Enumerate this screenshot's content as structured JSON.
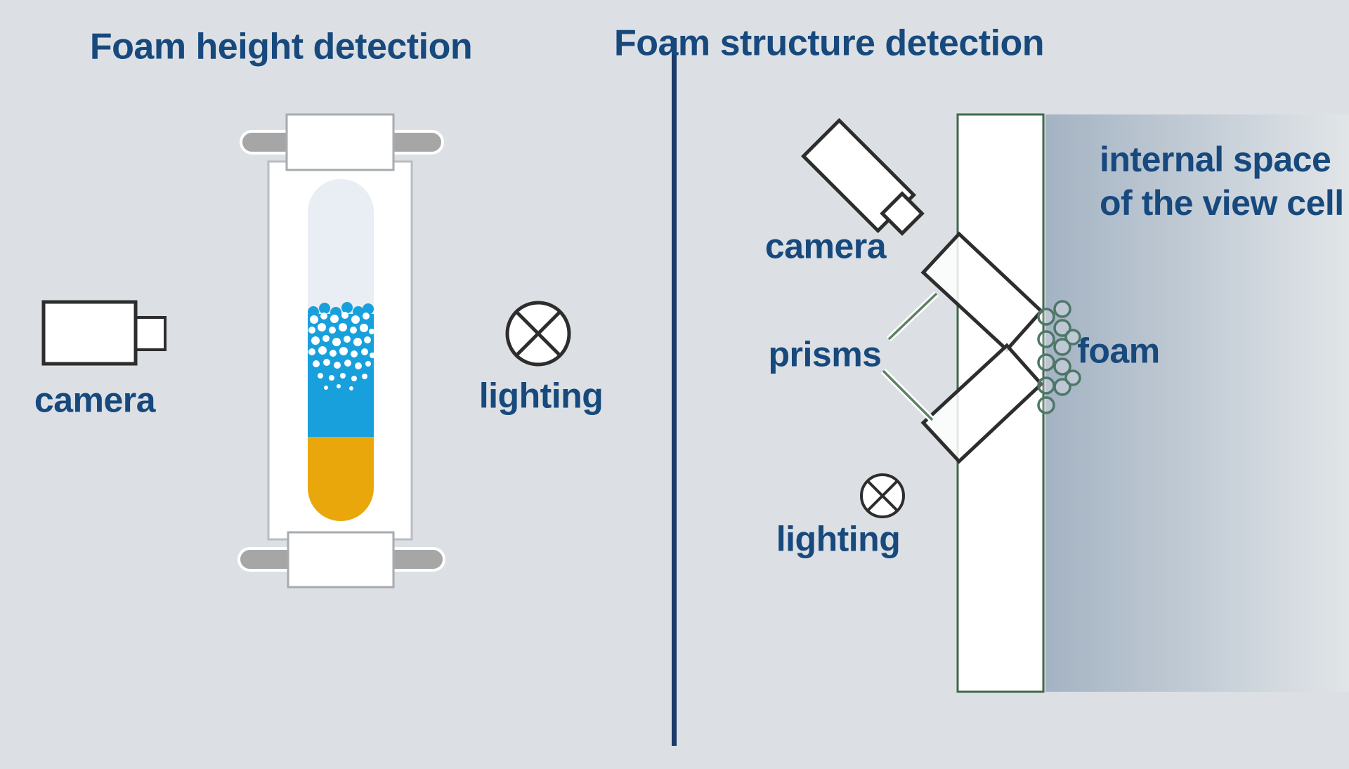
{
  "diagram": {
    "left_panel": {
      "title": "Foam height detection",
      "camera_label": "camera",
      "lighting_label": "lighting"
    },
    "right_panel": {
      "title": "Foam structure detection",
      "camera_label": "camera",
      "prisms_label": "prisms",
      "foam_label": "foam",
      "lighting_label": "lighting",
      "internal_space_label": "internal space\nof the view cell"
    }
  },
  "icons": {
    "left": [
      "camera-icon",
      "sample-tube-icon",
      "clamp-icon",
      "lighting-icon"
    ],
    "right": [
      "camera-icon",
      "prism-icon",
      "foam-bubbles-icon",
      "lighting-icon",
      "view-cell-icon"
    ]
  },
  "colors": {
    "background": "#dce0e4",
    "text_blue": "#17497d",
    "divider_navy": "#1b3a6a",
    "outline_dark": "#2d2d2d",
    "foam_blue": "#18a0dc",
    "liquid_orange": "#e9a70b",
    "tube_empty": "#e9edf4",
    "clamp_bar_gray": "#a6a6a6",
    "view_cell_green": "#3f694c",
    "bubble_green": "#4e7669",
    "pointer_green": "#5e8064",
    "gradient_left": "#a4b3c3",
    "gradient_right": "#e1e5e8"
  }
}
